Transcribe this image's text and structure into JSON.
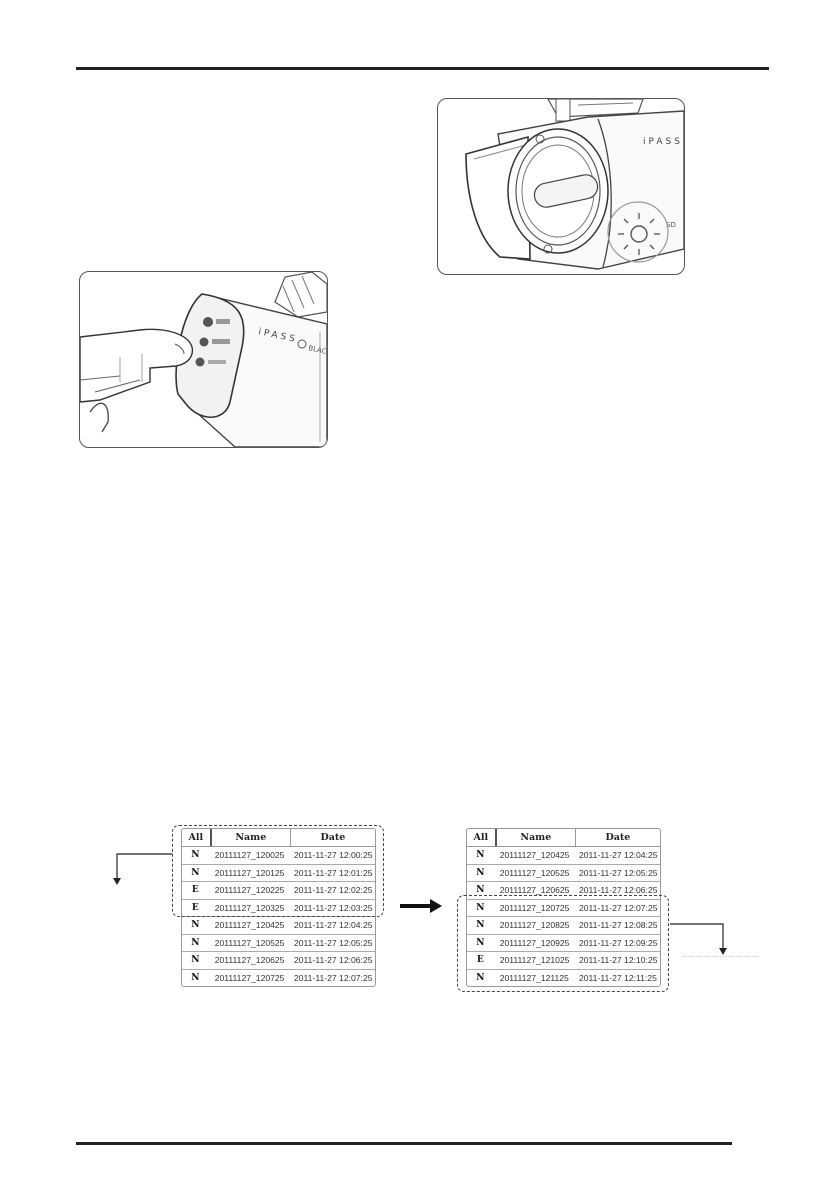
{
  "table_headers": {
    "all": "All",
    "name": "Name",
    "date": "Date"
  },
  "list_before": {
    "rows": [
      {
        "type": "N",
        "name": "20111127_120025",
        "date": "2011-11-27 12:00:25"
      },
      {
        "type": "N",
        "name": "20111127_120125",
        "date": "2011-11-27 12:01:25"
      },
      {
        "type": "E",
        "name": "20111127_120225",
        "date": "2011-11-27 12:02:25"
      },
      {
        "type": "E",
        "name": "20111127_120325",
        "date": "2011-11-27 12:03:25"
      },
      {
        "type": "N",
        "name": "20111127_120425",
        "date": "2011-11-27 12:04:25"
      },
      {
        "type": "N",
        "name": "20111127_120525",
        "date": "2011-11-27 12:05:25"
      },
      {
        "type": "N",
        "name": "20111127_120625",
        "date": "2011-11-27 12:06:25"
      },
      {
        "type": "N",
        "name": "20111127_120725",
        "date": "2011-11-27 12:07:25"
      }
    ]
  },
  "list_after": {
    "rows": [
      {
        "type": "N",
        "name": "20111127_120425",
        "date": "2011-11-27 12:04:25"
      },
      {
        "type": "N",
        "name": "20111127_120525",
        "date": "2011-11-27 12:05:25"
      },
      {
        "type": "N",
        "name": "20111127_120625",
        "date": "2011-11-27 12:06:25"
      },
      {
        "type": "N",
        "name": "20111127_120725",
        "date": "2011-11-27 12:07:25"
      },
      {
        "type": "N",
        "name": "20111127_120825",
        "date": "2011-11-27 12:08:25"
      },
      {
        "type": "N",
        "name": "20111127_120925",
        "date": "2011-11-27 12:09:25"
      },
      {
        "type": "E",
        "name": "20111127_121025",
        "date": "2011-11-27 12:10:25"
      },
      {
        "type": "N",
        "name": "20111127_121125",
        "date": "2011-11-27 12:11:25"
      }
    ]
  },
  "illustrations": {
    "button_photo": {
      "icon": "finger-press-button-icon",
      "brand_text": "iPASS",
      "brand_suffix": "BLACK"
    },
    "led_photo": {
      "icon": "led-light-icon",
      "brand_text": "iPASS",
      "sd_label": "SD"
    }
  },
  "colors": {
    "rule": "#222222",
    "border": "#555555",
    "dash": "#444444"
  }
}
